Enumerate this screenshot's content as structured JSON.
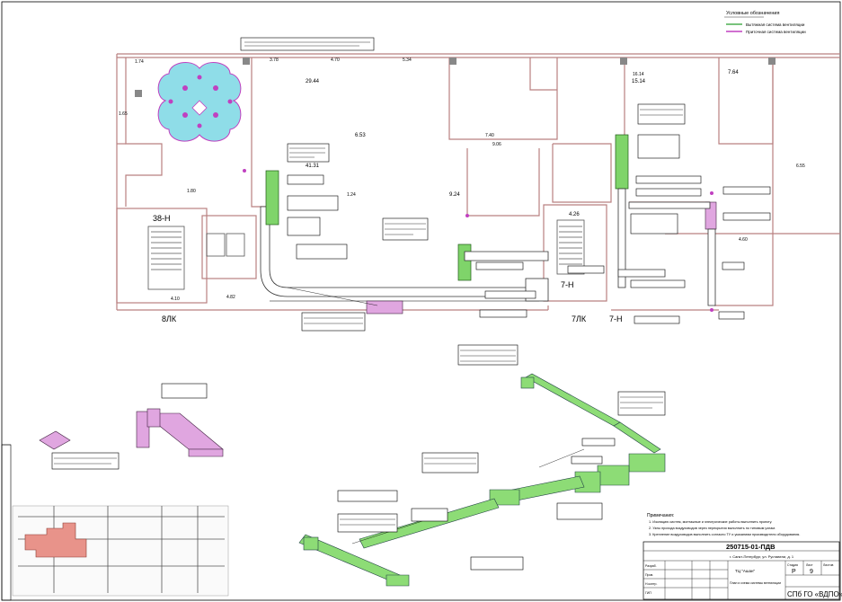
{
  "legend": {
    "title": "Условные обозначения",
    "items": [
      {
        "label": "Вытяжная система вентиляции",
        "color": "#4caf50"
      },
      {
        "label": "Приточная система вентиляции",
        "color": "#c040c0"
      }
    ]
  },
  "plan": {
    "axes": [
      "8ЛК",
      "7ЛК",
      "7-Н",
      "7-Н",
      "38-Н"
    ],
    "room_areas": [
      "29.44",
      "41.31",
      "15.14",
      "7.64",
      "6.53",
      "9.24",
      "4.26"
    ],
    "dimensions": [
      "3.78",
      "4.70",
      "5.34",
      "1.74",
      "1.65",
      "1.80",
      "4.10",
      "4.82",
      "1.24",
      "7.40",
      "9.06",
      "16.14",
      "6.55",
      "4.60"
    ]
  },
  "notes": {
    "title": "Примечания:",
    "lines": [
      "1. Изоляцию систем, монтажные и электрические работы выполнить проекту.",
      "2. Узлы прохода воздуховодов через перекрытия выполнить по типовым узлам.",
      "3. Крепление воздуховодов выполнить согласно ТУ и указаниям производителя оборудования."
    ]
  },
  "stamp": {
    "code": "250715-01-ПДВ",
    "address": "г. Санкт-Петербург, ул. Руставели, д. 1",
    "object": "ТЦ \"Ашан\"",
    "stage_label": "Стадия",
    "sheet_label": "Лист",
    "sheets_label": "Листов",
    "stage": "Р",
    "sheet": "9",
    "sheet_title": "План и схема системы вентиляции",
    "org": "СПб ГО «ВДПО»",
    "roles": [
      "Разраб.",
      "Пров.",
      "Н.контр.",
      "ГИП"
    ]
  }
}
